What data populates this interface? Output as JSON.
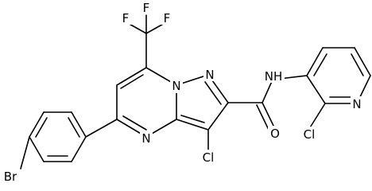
{
  "structure": {
    "atom_labels": {
      "f1": "F",
      "f2": "F",
      "f3": "F",
      "n_bridge": "N",
      "n_pyrazole": "N",
      "n_pyrimidine": "N",
      "cl_pyrazole": "Cl",
      "o_amide": "O",
      "nh_amide": "NH",
      "n_pyridine": "N",
      "cl_pyridine": "Cl",
      "br": "Br"
    },
    "colors": {
      "bond": "#000000",
      "label": "#000000",
      "background": "#ffffff"
    }
  }
}
